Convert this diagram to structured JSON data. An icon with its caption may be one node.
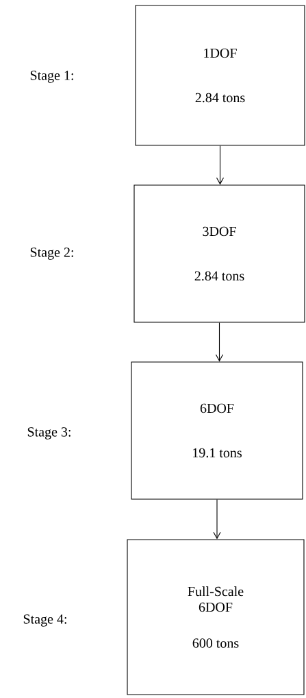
{
  "diagram": {
    "nodes": [
      {
        "text": [
          "1DOF",
          "2.84 tons"
        ]
      },
      {
        "text": [
          "3DOF",
          "2.84 tons"
        ]
      },
      {
        "text": [
          "6DOF",
          "19.1 tons"
        ]
      },
      {
        "text": [
          "Full-Scale 6DOF",
          "600 tons"
        ]
      }
    ],
    "edges": [
      {
        "from": 0,
        "to": 1,
        "arrow": "to"
      },
      {
        "from": 1,
        "to": 2,
        "arrow": "to"
      },
      {
        "from": 2,
        "to": 3,
        "arrow": "to"
      }
    ],
    "labels": [
      "Stage 1:",
      "Stage 2:",
      "Stage 3:",
      "Stage 4:"
    ]
  }
}
